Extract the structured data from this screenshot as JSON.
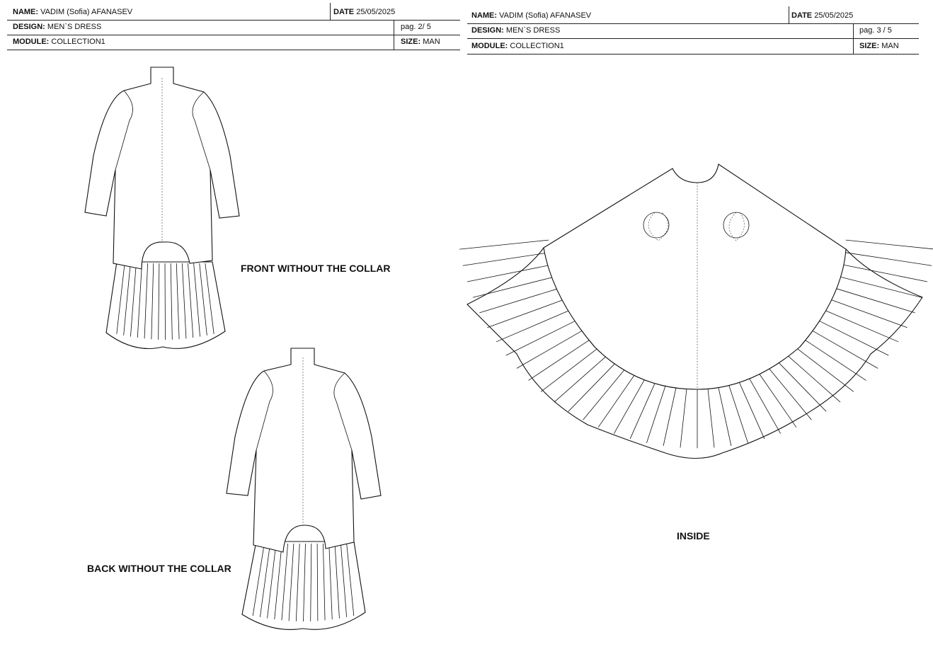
{
  "sheets": [
    {
      "name_label": "NAME:",
      "name": "VADIM (Sofia) AFANASEV",
      "date_label": "DATE",
      "date": "25/05/2025",
      "design_label": "DESIGN:",
      "design": "MEN`S DRESS",
      "page": "pag. 2/ 5",
      "module_label": "MODULE:",
      "module": "COLLECTION1",
      "size_label": "SIZE:",
      "size": "MAN",
      "views": [
        "FRONT WITHOUT THE COLLAR",
        "BACK WITHOUT THE COLLAR"
      ]
    },
    {
      "name_label": "NAME:",
      "name": "VADIM (Sofia) AFANASEV",
      "date_label": "DATE",
      "date": "25/05/2025",
      "design_label": "DESIGN:",
      "design": "MEN`S DRESS",
      "page": "pag. 3 / 5",
      "module_label": "MODULE:",
      "module": "COLLECTION1",
      "size_label": "SIZE:",
      "size": "MAN",
      "views": [
        "INSIDE"
      ]
    }
  ]
}
